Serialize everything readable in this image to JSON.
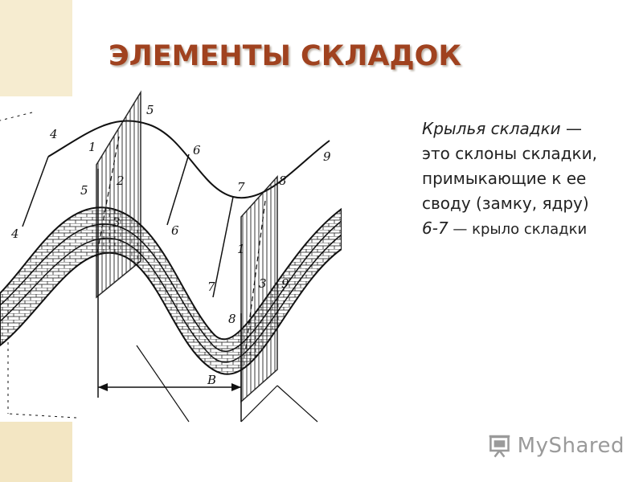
{
  "title": "ЭЛЕМЕНТЫ СКЛАДОК",
  "description": {
    "term": "Крылья складки",
    "dash": " —",
    "definition": "это склоны складки, примыкающие к ее своду (замку, ядру)",
    "range": "6-7",
    "range_note": " — крыло складки"
  },
  "figure_labels": {
    "l4a": "4",
    "l5a": "5",
    "l4b": "4",
    "l5b": "5",
    "l1a": "1",
    "l2": "2",
    "l3a": "3",
    "l6a": "6",
    "l6b": "6",
    "l7a": "7",
    "l7b": "7",
    "l8a": "8",
    "l8b": "8",
    "l9a": "9",
    "l9b": "9",
    "l1b": "1",
    "l3b": "3",
    "lB": "B"
  },
  "logo": {
    "name": "MyShared"
  },
  "colors": {
    "title": "#a0421f",
    "line": "#111111",
    "logo": "#9a9a9a"
  }
}
